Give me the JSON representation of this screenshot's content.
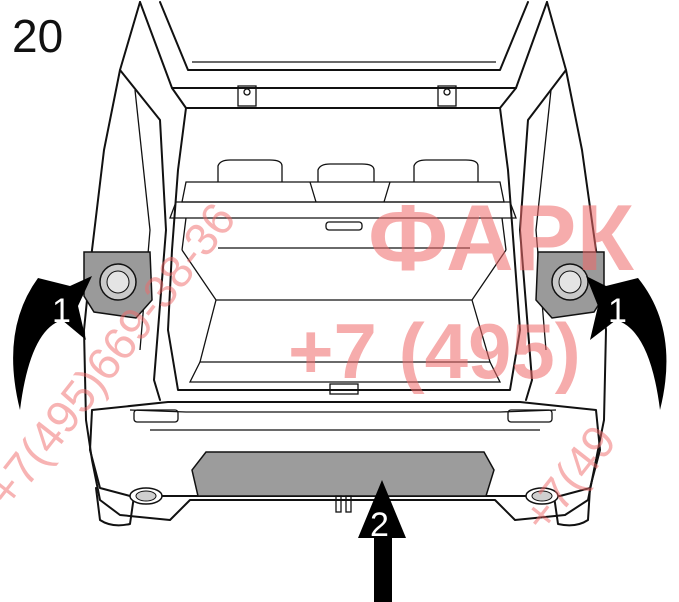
{
  "step_number": "20",
  "callouts": {
    "left": "1",
    "right": "1",
    "bottom": "2"
  },
  "watermark": {
    "big_text": "ФАРК",
    "big_phone": "+7 (495)",
    "diagonal_phone": "+7(495)669-38-36",
    "diagonal_phone_right": "+7(49",
    "color": "#f06a6a"
  },
  "colors": {
    "outline": "#111111",
    "taillight_lens": "#9a9a9a",
    "bumper_panel": "#9c9c9c",
    "arrow_fill": "#000000"
  }
}
